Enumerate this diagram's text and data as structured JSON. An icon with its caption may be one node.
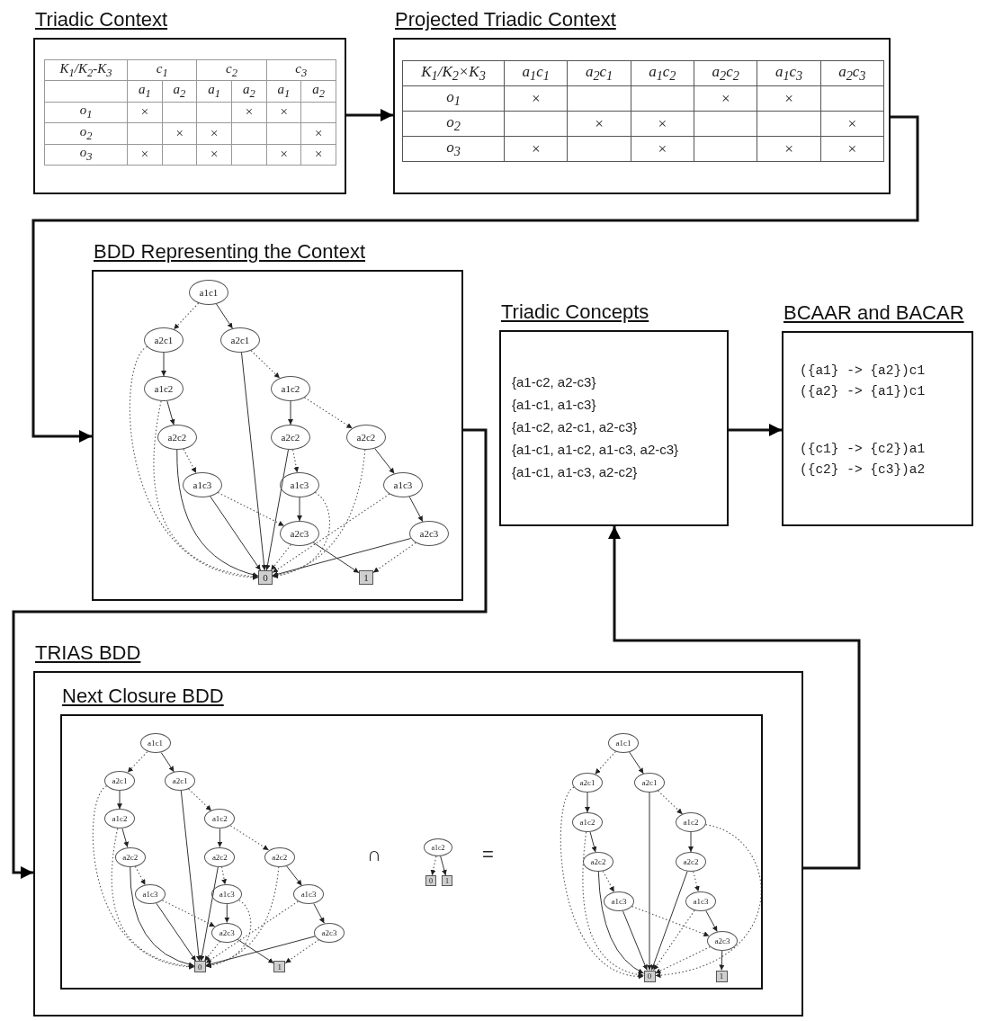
{
  "diagram": {
    "nodes": [
      {
        "text": [
          "Triadic Context"
        ]
      },
      {
        "text": [
          "K$_{1}$/K$_{2}$-K$_{3}$",
          "c$_{1}$",
          "c$_{2}$",
          "c$_{3}$",
          "a$_{1}$",
          "a$_{2}$",
          "a$_{1}$",
          "a$_{2}$",
          "a$_{1}$",
          "a$_{2}$",
          "o$_{1}$",
          "×",
          "×",
          "×",
          "o$_{2}$",
          "×",
          "×",
          "×",
          "o$_{3}$",
          "×",
          "×",
          "×",
          "×"
        ],
        "in": 0
      },
      {
        "text": [
          "Projected Triadic Context"
        ]
      },
      {
        "text": [
          "K$_{1}$/K$_{2}$×K$_{3}$",
          "a$_{1}$c$_{1}$",
          "a$_{2}$c$_{1}$",
          "a$_{1}$c$_{2}$",
          "a$_{2}$c$_{2}$",
          "a$_{1}$c$_{3}$",
          "a$_{2}$c$_{3}$",
          "o$_{1}$",
          "×",
          "×",
          "×",
          "o$_{2}$",
          "×",
          "×",
          "×",
          "o$_{3}$",
          "×",
          "×",
          "×",
          "×"
        ],
        "in": 2
      },
      {
        "text": [
          "BDD Representing the Context"
        ]
      },
      {
        "text": [
          "a1c1"
        ],
        "in": 4
      },
      {
        "text": [
          "a2c1"
        ],
        "in": 4
      },
      {
        "text": [
          "a2c1"
        ],
        "in": 4
      },
      {
        "text": [
          "a1c2"
        ],
        "in": 4
      },
      {
        "text": [
          "a1c2"
        ],
        "in": 4
      },
      {
        "text": [
          "a2c2"
        ],
        "in": 4
      },
      {
        "text": [
          "a2c2"
        ],
        "in": 4
      },
      {
        "text": [
          "a2c2"
        ],
        "in": 4
      },
      {
        "text": [
          "a1c3"
        ],
        "in": 4
      },
      {
        "text": [
          "a1c3"
        ],
        "in": 4
      },
      {
        "text": [
          "a1c3"
        ],
        "in": 4
      },
      {
        "text": [
          "a2c3"
        ],
        "in": 4
      },
      {
        "text": [
          "a2c3"
        ],
        "in": 4
      },
      {
        "text": [
          "0"
        ],
        "in": 4
      },
      {
        "text": [
          "1"
        ],
        "in": 4
      },
      {
        "text": [
          "Triadic Concepts",
          "{a1-c2, a2-c3}",
          "{a1-c1, a1-c3}",
          "{a1-c2, a2-c1, a2-c3}",
          "{a1-c1, a1-c2, a1-c3, a2-c3}",
          "{a1-c1, a1-c3, a2-c2}"
        ]
      },
      {
        "text": [
          "BCAAR and BACAR",
          "({a1} -> {a2})c1",
          "({a2} -> {a1})c1",
          "({c1} -> {c2})a1",
          "({c2} -> {c3})a2"
        ]
      },
      {
        "text": [
          "TRIAS BDD"
        ]
      },
      {
        "text": [
          "Next Closure BDD"
        ],
        "in": 22
      },
      {
        "text": [
          "a1c1"
        ],
        "in": 23
      },
      {
        "text": [
          "a2c1"
        ],
        "in": 23
      },
      {
        "text": [
          "a2c1"
        ],
        "in": 23
      },
      {
        "text": [
          "a1c2"
        ],
        "in": 23
      },
      {
        "text": [
          "a1c2"
        ],
        "in": 23
      },
      {
        "text": [
          "a2c2"
        ],
        "in": 23
      },
      {
        "text": [
          "a2c2"
        ],
        "in": 23
      },
      {
        "text": [
          "a2c2"
        ],
        "in": 23
      },
      {
        "text": [
          "a1c3"
        ],
        "in": 23
      },
      {
        "text": [
          "a1c3"
        ],
        "in": 23
      },
      {
        "text": [
          "a1c3"
        ],
        "in": 23
      },
      {
        "text": [
          "a2c3"
        ],
        "in": 23
      },
      {
        "text": [
          "a2c3"
        ],
        "in": 23
      },
      {
        "text": [
          "0"
        ],
        "in": 23
      },
      {
        "text": [
          "1"
        ],
        "in": 23
      },
      {
        "text": [
          "a1c2"
        ],
        "in": 23
      },
      {
        "text": [
          "0"
        ],
        "in": 23
      },
      {
        "text": [
          "1"
        ],
        "in": 23
      },
      {
        "text": [
          "a1c1"
        ],
        "in": 23
      },
      {
        "text": [
          "a2c1"
        ],
        "in": 23
      },
      {
        "text": [
          "a2c1"
        ],
        "in": 23
      },
      {
        "text": [
          "a1c2"
        ],
        "in": 23
      },
      {
        "text": [
          "a1c2"
        ],
        "in": 23
      },
      {
        "text": [
          "a2c2"
        ],
        "in": 23
      },
      {
        "text": [
          "a2c2"
        ],
        "in": 23
      },
      {
        "text": [
          "a1c3"
        ],
        "in": 23
      },
      {
        "text": [
          "a1c3"
        ],
        "in": 23
      },
      {
        "text": [
          "a2c3"
        ],
        "in": 23
      },
      {
        "text": [
          "0"
        ],
        "in": 23
      },
      {
        "text": [
          "1"
        ],
        "in": 23
      }
    ],
    "edges": [
      {
        "from": 0,
        "to": 2,
        "arrow": "to",
        "style": "thick"
      },
      {
        "from": 2,
        "to": 4,
        "arrow": "to",
        "style": "thick"
      },
      {
        "from": 4,
        "to": 22,
        "arrow": "to",
        "style": "thick"
      },
      {
        "from": 20,
        "to": 21,
        "arrow": "to",
        "style": "thick"
      },
      {
        "from": 22,
        "to": 20,
        "arrow": "to",
        "style": "thick"
      },
      {
        "from": 5,
        "to": 6,
        "arrow": "to",
        "style": "dashed"
      },
      {
        "from": 5,
        "to": 7,
        "arrow": "to"
      },
      {
        "from": 6,
        "to": 8,
        "arrow": "to"
      },
      {
        "from": 6,
        "to": 18,
        "arrow": "to",
        "style": "dashed"
      },
      {
        "from": 7,
        "to": 18,
        "arrow": "to"
      },
      {
        "from": 7,
        "to": 9,
        "arrow": "to",
        "style": "dashed"
      },
      {
        "from": 8,
        "to": 10,
        "arrow": "to"
      },
      {
        "from": 8,
        "to": 18,
        "arrow": "to",
        "style": "dashed"
      },
      {
        "from": 9,
        "to": 11,
        "arrow": "to"
      },
      {
        "from": 9,
        "to": 12,
        "arrow": "to",
        "style": "dashed"
      },
      {
        "from": 10,
        "to": 18,
        "arrow": "to"
      },
      {
        "from": 10,
        "to": 13,
        "arrow": "to",
        "style": "dashed"
      },
      {
        "from": 11,
        "to": 18,
        "arrow": "to"
      },
      {
        "from": 11,
        "to": 14,
        "arrow": "to",
        "style": "dashed"
      },
      {
        "from": 12,
        "to": 15,
        "arrow": "to"
      },
      {
        "from": 12,
        "to": 18,
        "arrow": "to",
        "style": "dashed"
      },
      {
        "from": 13,
        "to": 18,
        "arrow": "to"
      },
      {
        "from": 13,
        "to": 16,
        "arrow": "to",
        "style": "dashed"
      },
      {
        "from": 14,
        "to": 16,
        "arrow": "to"
      },
      {
        "from": 14,
        "to": 18,
        "arrow": "to",
        "style": "dashed"
      },
      {
        "from": 15,
        "to": 17,
        "arrow": "to"
      },
      {
        "from": 15,
        "to": 18,
        "arrow": "to",
        "style": "dashed"
      },
      {
        "from": 16,
        "to": 19,
        "arrow": "to"
      },
      {
        "from": 16,
        "to": 18,
        "arrow": "to",
        "style": "dashed"
      },
      {
        "from": 17,
        "to": 18,
        "arrow": "to"
      },
      {
        "from": 17,
        "to": 19,
        "arrow": "to",
        "style": "dashed"
      },
      {
        "from": 24,
        "to": 25,
        "arrow": "to",
        "style": "dashed"
      },
      {
        "from": 24,
        "to": 26,
        "arrow": "to"
      },
      {
        "from": 25,
        "to": 27,
        "arrow": "to"
      },
      {
        "from": 25,
        "to": 37,
        "arrow": "to",
        "style": "dashed"
      },
      {
        "from": 26,
        "to": 37,
        "arrow": "to"
      },
      {
        "from": 26,
        "to": 28,
        "arrow": "to",
        "style": "dashed"
      },
      {
        "from": 27,
        "to": 29,
        "arrow": "to"
      },
      {
        "from": 27,
        "to": 37,
        "arrow": "to",
        "style": "dashed"
      },
      {
        "from": 28,
        "to": 30,
        "arrow": "to"
      },
      {
        "from": 28,
        "to": 31,
        "arrow": "to",
        "style": "dashed"
      },
      {
        "from": 29,
        "to": 37,
        "arrow": "to"
      },
      {
        "from": 29,
        "to": 32,
        "arrow": "to",
        "style": "dashed"
      },
      {
        "from": 30,
        "to": 37,
        "arrow": "to"
      },
      {
        "from": 30,
        "to": 33,
        "arrow": "to",
        "style": "dashed"
      },
      {
        "from": 31,
        "to": 34,
        "arrow": "to"
      },
      {
        "from": 31,
        "to": 37,
        "arrow": "to",
        "style": "dashed"
      },
      {
        "from": 32,
        "to": 37,
        "arrow": "to"
      },
      {
        "from": 32,
        "to": 35,
        "arrow": "to",
        "style": "dashed"
      },
      {
        "from": 33,
        "to": 35,
        "arrow": "to"
      },
      {
        "from": 33,
        "to": 37,
        "arrow": "to",
        "style": "dashed"
      },
      {
        "from": 34,
        "to": 36,
        "arrow": "to"
      },
      {
        "from": 34,
        "to": 37,
        "arrow": "to",
        "style": "dashed"
      },
      {
        "from": 35,
        "to": 38,
        "arrow": "to"
      },
      {
        "from": 35,
        "to": 37,
        "arrow": "to",
        "style": "dashed"
      },
      {
        "from": 36,
        "to": 37,
        "arrow": "to"
      },
      {
        "from": 36,
        "to": 38,
        "arrow": "to",
        "style": "dashed"
      },
      {
        "from": 39,
        "to": 40,
        "arrow": "to",
        "style": "dashed"
      },
      {
        "from": 39,
        "to": 41,
        "arrow": "to"
      },
      {
        "from": 42,
        "to": 43,
        "arrow": "to",
        "style": "dashed"
      },
      {
        "from": 42,
        "to": 44,
        "arrow": "to"
      },
      {
        "from": 43,
        "to": 45,
        "arrow": "to"
      },
      {
        "from": 43,
        "to": 52,
        "arrow": "to",
        "style": "dashed"
      },
      {
        "from": 44,
        "to": 52,
        "arrow": "to"
      },
      {
        "from": 44,
        "to": 46,
        "arrow": "to",
        "style": "dashed"
      },
      {
        "from": 45,
        "to": 47,
        "arrow": "to"
      },
      {
        "from": 45,
        "to": 52,
        "arrow": "to",
        "style": "dashed"
      },
      {
        "from": 46,
        "to": 48,
        "arrow": "to"
      },
      {
        "from": 46,
        "to": 52,
        "arrow": "to",
        "style": "dashed"
      },
      {
        "from": 47,
        "to": 52,
        "arrow": "to"
      },
      {
        "from": 47,
        "to": 49,
        "arrow": "to",
        "style": "dashed"
      },
      {
        "from": 48,
        "to": 52,
        "arrow": "to"
      },
      {
        "from": 48,
        "to": 50,
        "arrow": "to",
        "style": "dashed"
      },
      {
        "from": 49,
        "to": 52,
        "arrow": "to"
      },
      {
        "from": 49,
        "to": 51,
        "arrow": "to",
        "style": "dashed"
      },
      {
        "from": 50,
        "to": 51,
        "arrow": "to"
      },
      {
        "from": 50,
        "to": 52,
        "arrow": "to",
        "style": "dashed"
      },
      {
        "from": 51,
        "to": 53,
        "arrow": "to"
      },
      {
        "from": 51,
        "to": 52,
        "arrow": "to",
        "style": "dashed"
      }
    ],
    "labels": [
      "∩",
      "="
    ]
  }
}
